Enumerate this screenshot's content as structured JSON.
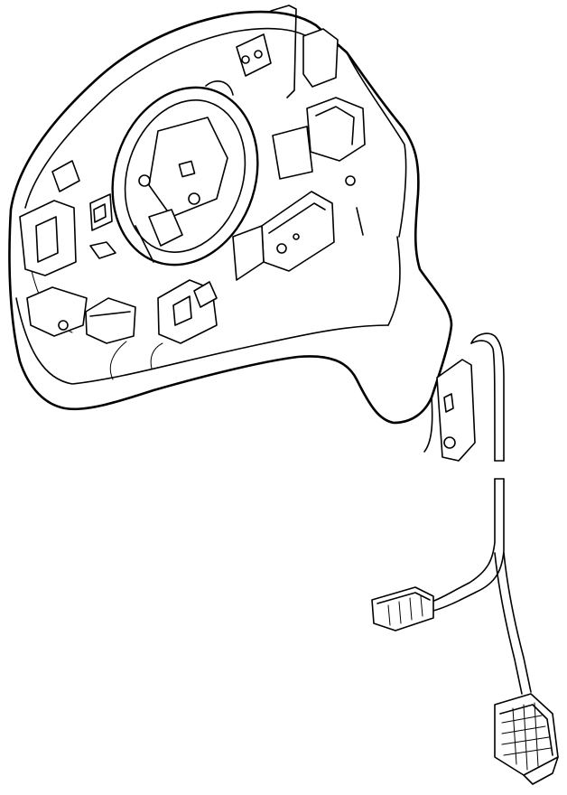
{
  "diagram": {
    "parts": [
      {
        "id": "mirror-housing"
      },
      {
        "id": "mirror-base-mount"
      },
      {
        "id": "mirror-adjust-motor"
      },
      {
        "id": "wiring-harness"
      },
      {
        "id": "harness-connector-small"
      },
      {
        "id": "harness-connector-large"
      }
    ],
    "colors": {
      "line": "#000000",
      "background": "#ffffff"
    }
  }
}
